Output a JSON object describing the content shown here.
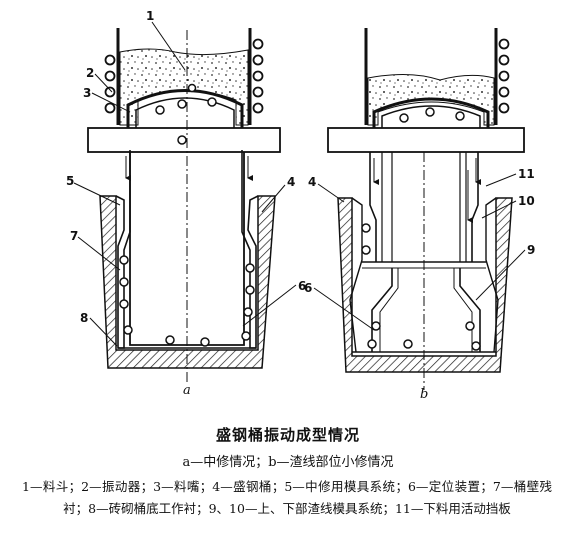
{
  "figure": {
    "callouts": [
      "1",
      "2",
      "3",
      "4",
      "5",
      "6",
      "7",
      "8",
      "4",
      "9",
      "10",
      "11",
      "6"
    ],
    "sublabels": {
      "a": "a",
      "b": "b"
    }
  },
  "caption": {
    "title": "盛钢桶振动成型情况",
    "subtitle": "a—中修情况；b—渣线部位小修情况",
    "legend": "1—料斗；2—振动器；3—料嘴；4—盛钢桶；5—中修用模具系统；6—定位装置；7—桶壁残衬；8—砖砌桶底工作衬；9、10—上、下部渣线模具系统；11—下料用活动挡板"
  }
}
